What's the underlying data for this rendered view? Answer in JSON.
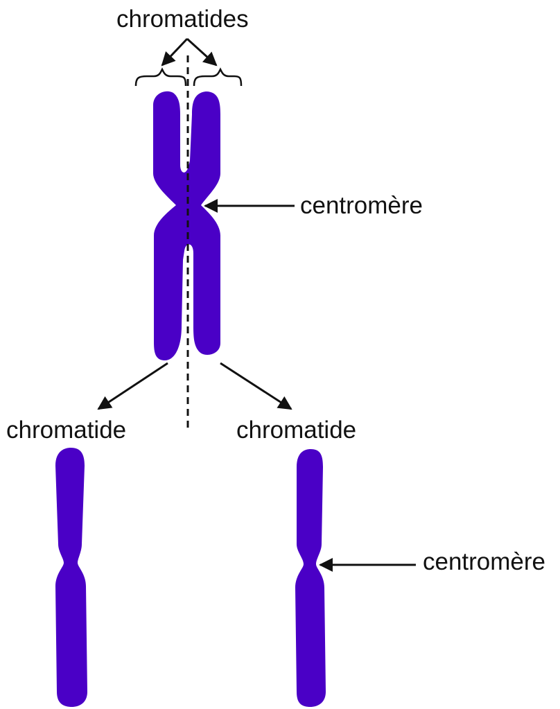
{
  "labels": {
    "chromatids_top": "chromatides",
    "centromere_upper": "centromère",
    "chromatid_left": "chromatide",
    "chromatid_right": "chromatide",
    "centromere_lower": "centromère"
  },
  "colors": {
    "chromosome_fill": "#4a00c6",
    "line": "#111111",
    "background": "#ffffff"
  }
}
